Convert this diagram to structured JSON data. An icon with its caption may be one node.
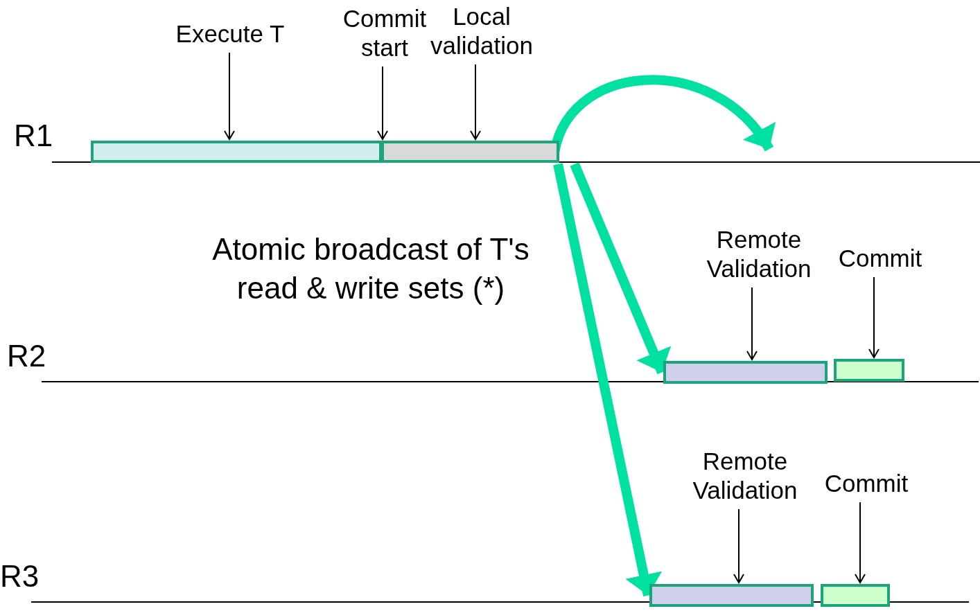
{
  "diagram": {
    "nodes": [
      {
        "text": [],
        "shape": "bar"
      },
      {
        "text": [],
        "shape": "bar"
      },
      {
        "text": [],
        "shape": "bar"
      },
      {
        "text": [],
        "shape": "bar"
      },
      {
        "text": [],
        "shape": "bar"
      },
      {
        "text": [],
        "shape": "bar"
      },
      {
        "text": [
          "Execute T"
        ]
      },
      {
        "text": [
          "Commit start"
        ]
      },
      {
        "text": [
          "Local validation"
        ]
      },
      {
        "text": [
          "Remote Validation"
        ]
      },
      {
        "text": [
          "Commit"
        ]
      },
      {
        "text": [
          "Remote Validation"
        ]
      },
      {
        "text": [
          "Commit"
        ]
      }
    ],
    "edges": [
      {
        "from": 6,
        "to": 0,
        "arrow": "to"
      },
      {
        "from": 7,
        "to": 1,
        "arrow": "to"
      },
      {
        "from": 8,
        "to": 1,
        "arrow": "to"
      },
      {
        "from": 1,
        "to": null,
        "arrow": "to",
        "style": "thick",
        "color": "#00e0a0"
      },
      {
        "from": 1,
        "to": 2,
        "arrow": "to",
        "style": "thick",
        "color": "#00e0a0"
      },
      {
        "from": 1,
        "to": 4,
        "arrow": "to",
        "style": "thick",
        "color": "#00e0a0"
      },
      {
        "from": 9,
        "to": 2,
        "arrow": "to"
      },
      {
        "from": 10,
        "to": 3,
        "arrow": "to"
      },
      {
        "from": 11,
        "to": 4,
        "arrow": "to"
      },
      {
        "from": 12,
        "to": 5,
        "arrow": "to"
      }
    ],
    "labels": [
      "R1",
      "Atomic broadcast of T's read & write sets (*)",
      "R2",
      "R3"
    ]
  }
}
